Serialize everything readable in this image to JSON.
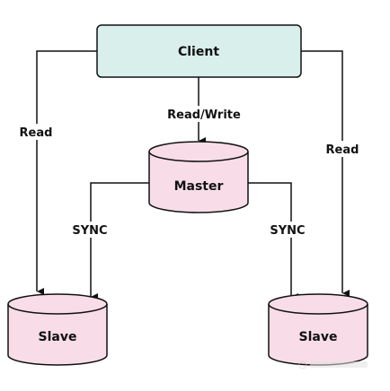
{
  "nodes": {
    "client": {
      "label": "Client",
      "fill": "#d8efec"
    },
    "master": {
      "label": "Master",
      "fill": "#f8dde8"
    },
    "slave_left": {
      "label": "Slave",
      "fill": "#f8dde8"
    },
    "slave_right": {
      "label": "Slave",
      "fill": "#f8dde8"
    }
  },
  "edges": {
    "client_to_master": "Read/Write",
    "client_to_left_slave": "Read",
    "client_to_right_slave": "Read",
    "master_to_left_slave": "SYNC",
    "master_to_right_slave": "SYNC"
  },
  "style": {
    "stroke": "#111111"
  }
}
